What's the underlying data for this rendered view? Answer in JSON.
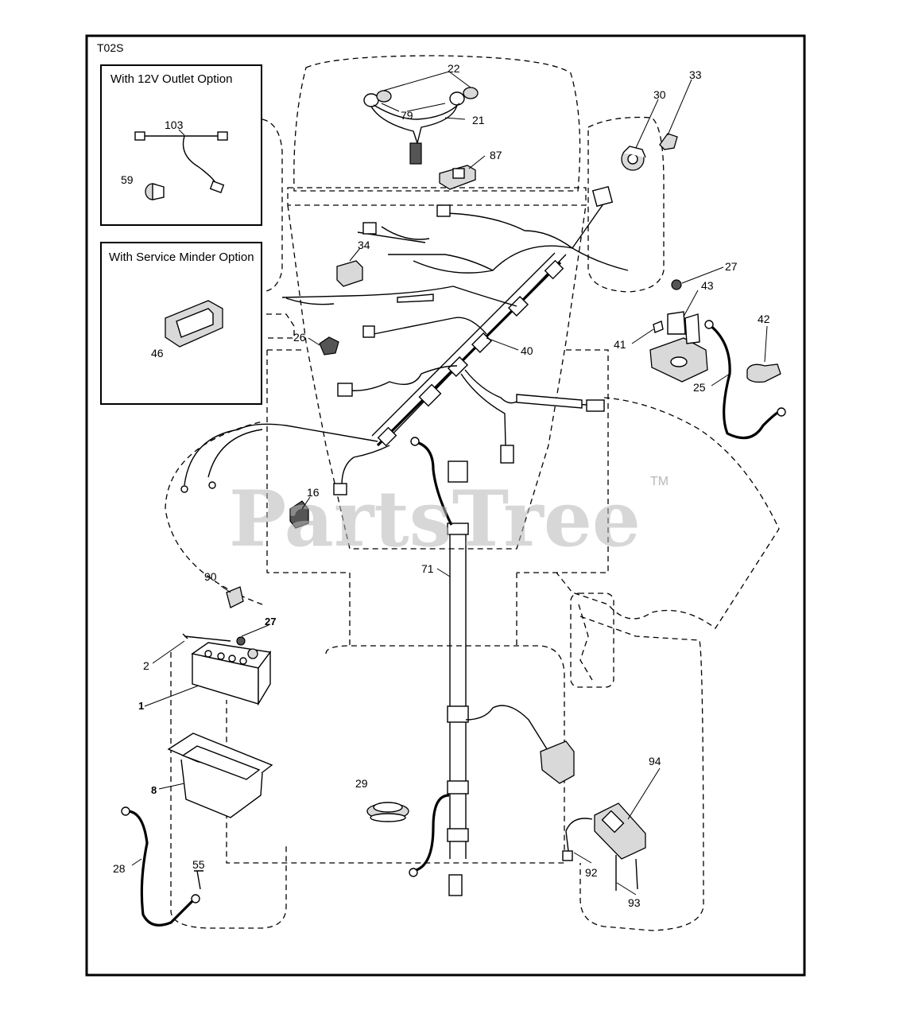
{
  "diagram_code": "T02S",
  "insets": {
    "outlet": {
      "title": "With 12V Outlet Option"
    },
    "service": {
      "title": "With Service Minder Option"
    }
  },
  "watermark": {
    "text": "PartsTree",
    "tm": "TM"
  },
  "callouts": {
    "c22": "22",
    "c79": "79",
    "c21": "21",
    "c33": "33",
    "c30": "30",
    "c87": "87",
    "c103": "103",
    "c59": "59",
    "c34": "34",
    "c46": "46",
    "c26": "26",
    "c40": "40",
    "c27a": "27",
    "c43": "43",
    "c41": "41",
    "c42": "42",
    "c25": "25",
    "c16": "16",
    "c71": "71",
    "c90": "90",
    "c27b": "27",
    "c2": "2",
    "c1": "1",
    "c8": "8",
    "c29": "29",
    "c94": "94",
    "c28": "28",
    "c55": "55",
    "c92": "92",
    "c93": "93"
  }
}
